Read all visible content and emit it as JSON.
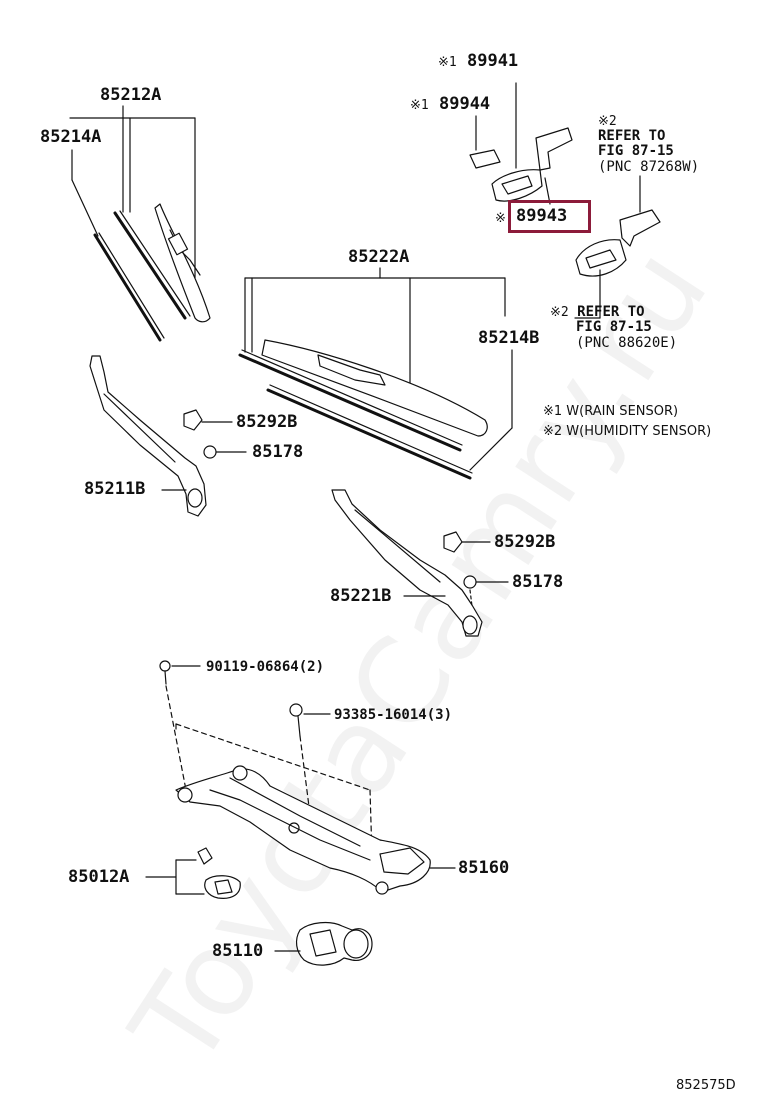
{
  "watermark": "ToyotaCamry.ru",
  "figure_code": "852575D",
  "highlight_color": "#8c1b3a",
  "legend": {
    "note1": "※1 W(RAIN SENSOR)",
    "note2": "※2 W(HUMIDITY SENSOR)"
  },
  "refs": {
    "ref1_mark": "※2",
    "ref1_line1": "REFER TO",
    "ref1_line2": "FIG 87-15",
    "ref1_line3": "(PNC 87268W)",
    "ref2_mark": "※2",
    "ref2_line1": "REFER TO",
    "ref2_line2": "FIG 87-15",
    "ref2_line3": "(PNC 88620E)"
  },
  "parts": {
    "p89941_mark": "※1",
    "p89941": "89941",
    "p89944_mark": "※1",
    "p89944": "89944",
    "p89943_mark": "※",
    "p89943": "89943",
    "p85212A": "85212A",
    "p85214A": "85214A",
    "p85222A": "85222A",
    "p85214B": "85214B",
    "p85292B_1": "85292B",
    "p85178_1": "85178",
    "p85211B": "85211B",
    "p85292B_2": "85292B",
    "p85178_2": "85178",
    "p85221B": "85221B",
    "p90119": "90119-06864(2)",
    "p93385": "93385-16014(3)",
    "p85012A": "85012A",
    "p85160": "85160",
    "p85110": "85110"
  }
}
